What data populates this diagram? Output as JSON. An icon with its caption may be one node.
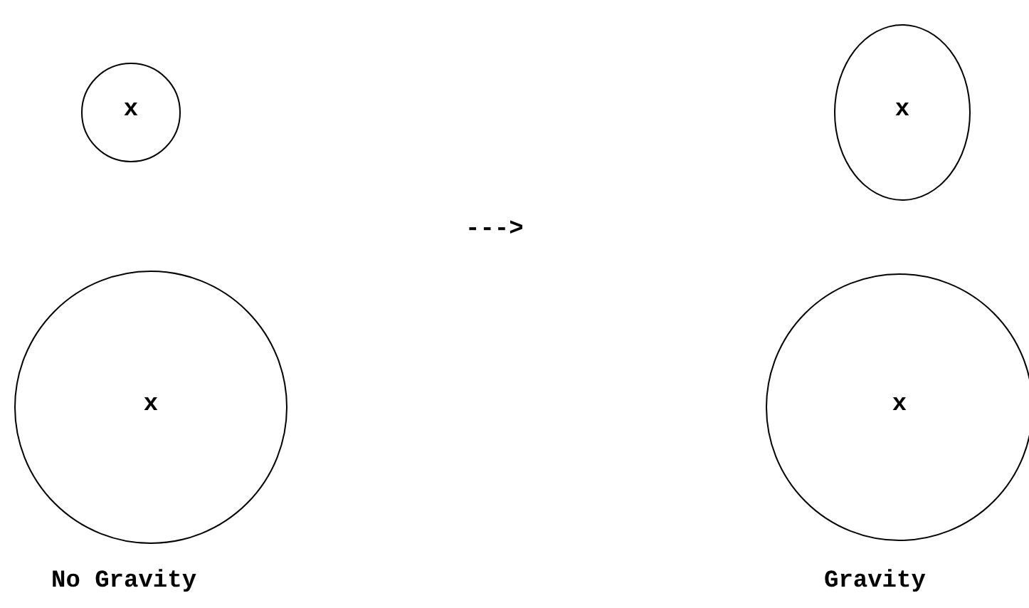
{
  "diagram": {
    "nodes": [
      {
        "text": [
          "x"
        ]
      },
      {
        "text": [
          "x"
        ]
      },
      {
        "text": [
          "x"
        ]
      },
      {
        "text": [
          "x"
        ]
      }
    ],
    "labels": [
      "--->",
      "No Gravity",
      "Gravity"
    ]
  }
}
